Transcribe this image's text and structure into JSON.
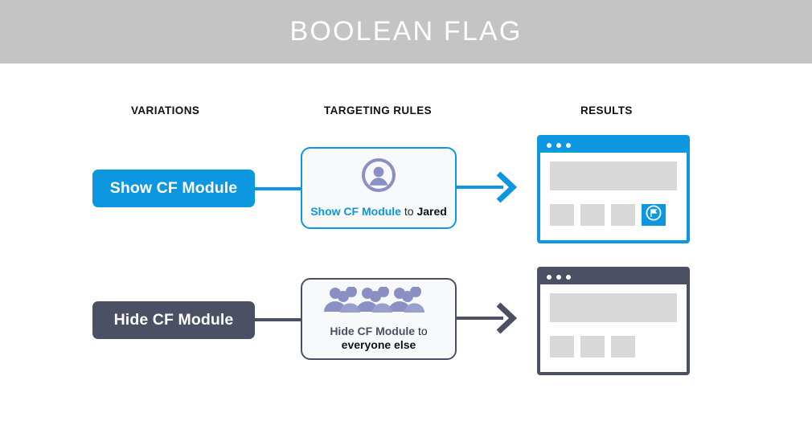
{
  "header": {
    "title": "BOOLEAN FLAG",
    "band_color": "#c4c4c4",
    "title_color": "#ffffff"
  },
  "columns": {
    "variations": "VARIATIONS",
    "targeting_rules": "TARGETING RULES",
    "results": "RESULTS"
  },
  "theme": {
    "blue": "#0d97e0",
    "slate": "#4c5064",
    "periwinkle": "#8b90c4",
    "placeholder_gray": "#d8d8d8",
    "card_background": "#f8f9fb"
  },
  "rows": [
    {
      "variation": {
        "label": "Show CF Module",
        "background": "#0d97e0",
        "text_color": "#ffffff"
      },
      "rule": {
        "icon": "single-person-icon",
        "icon_color": "#8b90c4",
        "border_color": "#0d97e0",
        "text_parts": {
          "flag": "Show CF Module",
          "connector": " to ",
          "audience": "Jared"
        }
      },
      "arrow": {
        "color": "#0d97e0"
      },
      "result": {
        "frame_color": "#0d97e0",
        "dots": 3,
        "tiles": 4,
        "highlight_tile_index": 3,
        "highlight_icon": "flag-bubble-icon"
      }
    },
    {
      "variation": {
        "label": "Hide CF Module",
        "background": "#4c5064",
        "text_color": "#ffffff"
      },
      "rule": {
        "icon": "crowd-people-icon",
        "icon_color": "#8b90c4",
        "border_color": "#4c5064",
        "text_parts": {
          "flag": "Hide CF Module",
          "connector": " to",
          "audience": "everyone else"
        }
      },
      "arrow": {
        "color": "#4c5064"
      },
      "result": {
        "frame_color": "#4c5064",
        "dots": 3,
        "tiles": 3,
        "highlight_tile_index": -1,
        "highlight_icon": ""
      }
    }
  ]
}
